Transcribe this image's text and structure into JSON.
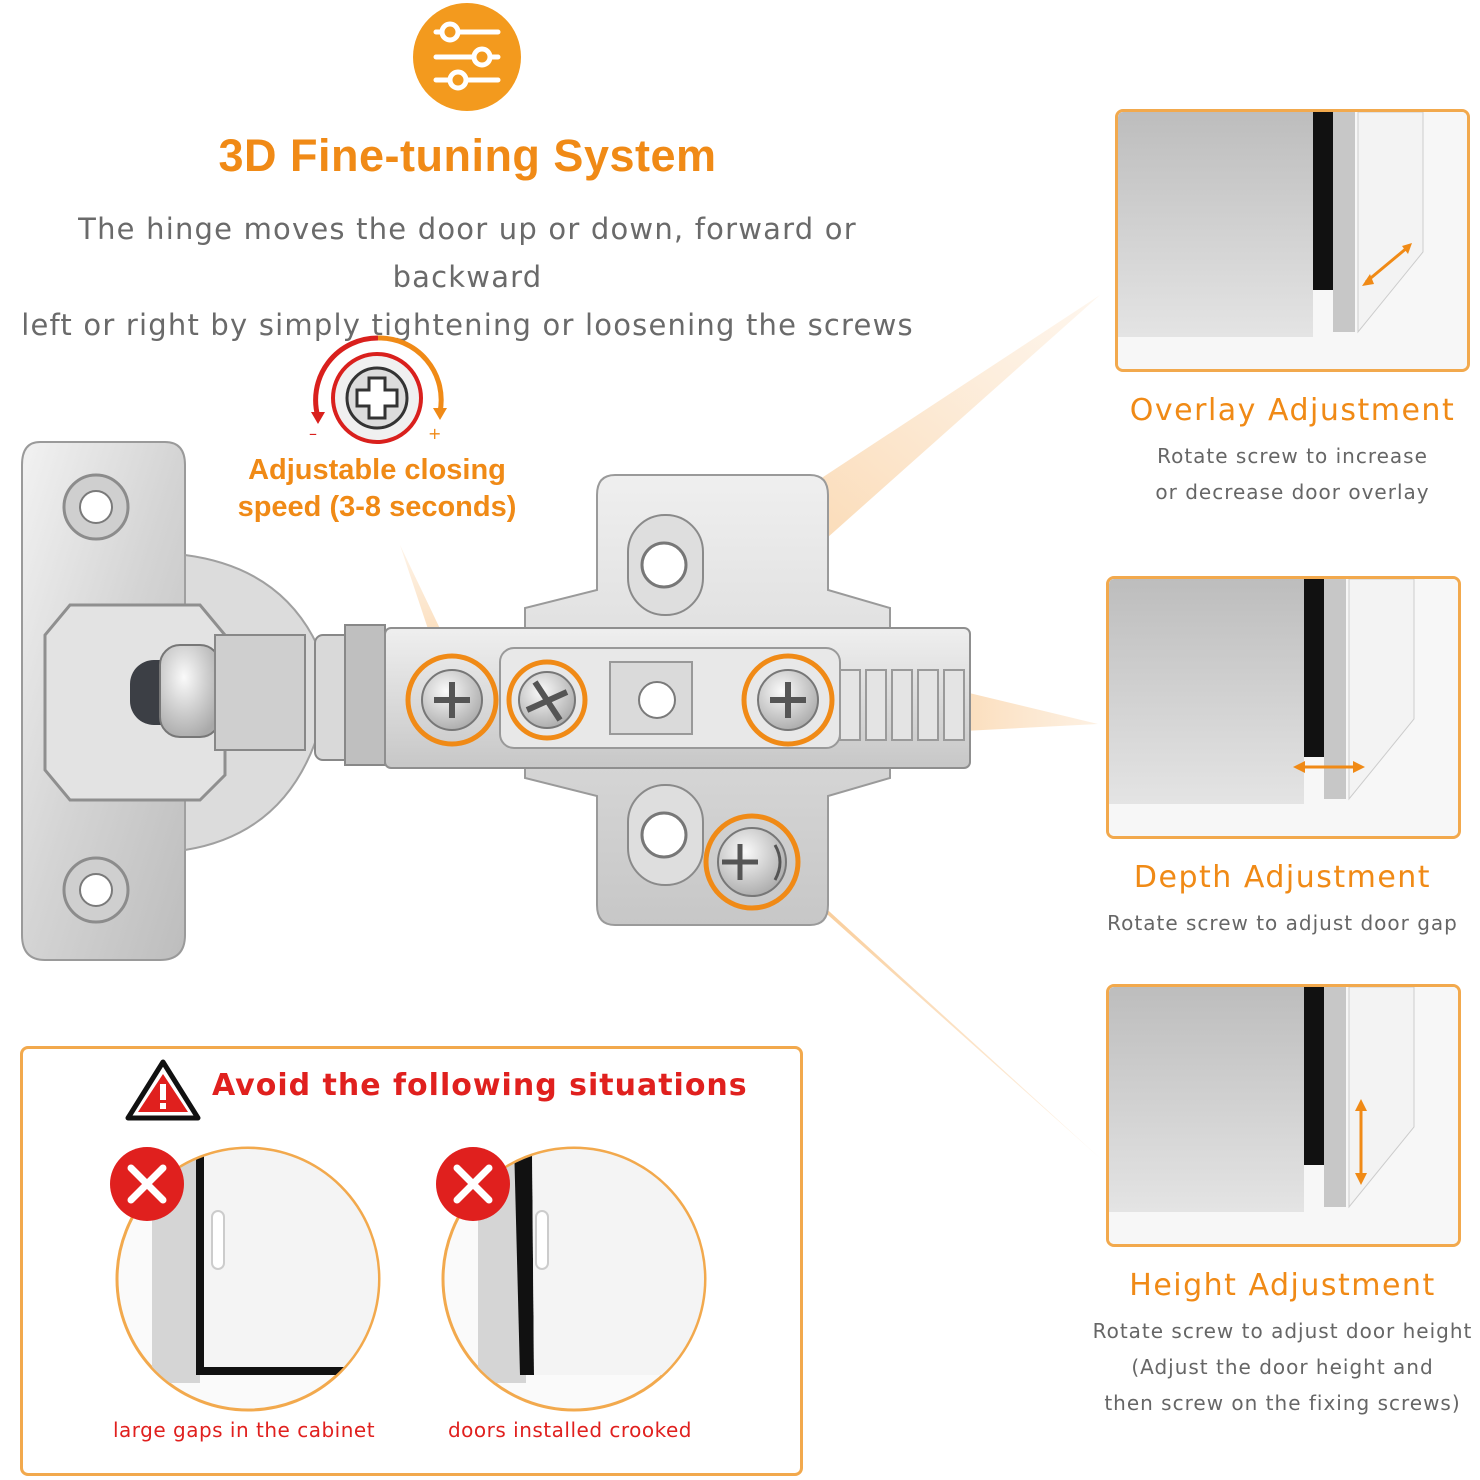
{
  "header": {
    "title": "3D Fine-tuning System",
    "subtitle_line1": "The hinge moves the door up or down, forward or backward",
    "subtitle_line2": "left or right by simply tightening or loosening the screws",
    "icon": "sliders-icon"
  },
  "speed": {
    "minus": "–",
    "plus": "+",
    "label_line1": "Adjustable closing",
    "label_line2": "speed (3-8 seconds)"
  },
  "adjustments": [
    {
      "title": "Overlay Adjustment",
      "desc_line1": "Rotate screw to increase",
      "desc_line2": "or decrease door overlay",
      "desc_line3": ""
    },
    {
      "title": "Depth Adjustment",
      "desc_line1": "Rotate screw to adjust door gap",
      "desc_line2": "",
      "desc_line3": ""
    },
    {
      "title": "Height Adjustment",
      "desc_line1": "Rotate screw to adjust door height",
      "desc_line2": "(Adjust the door height and",
      "desc_line3": "then screw on the fixing screws)"
    }
  ],
  "avoid": {
    "title": "Avoid the following situations",
    "cases": [
      {
        "caption": "large gaps in the cabinet",
        "icon": "error-x-icon"
      },
      {
        "caption": "doors installed crooked",
        "icon": "error-x-icon"
      }
    ],
    "warning_icon": "warning-triangle-icon"
  },
  "colors": {
    "accent": "#f08a16",
    "panel_border": "#f2a94d",
    "warning_red": "#e0201e",
    "text_grey": "#6e6e6e"
  }
}
